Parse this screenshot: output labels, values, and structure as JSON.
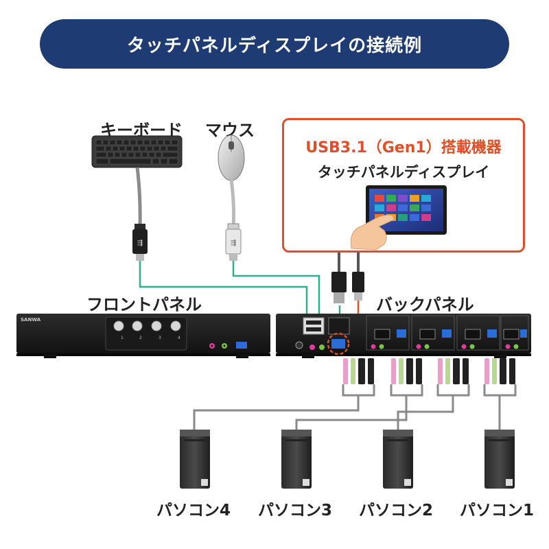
{
  "title": "タッチパネルディスプレイの接続例",
  "labels": {
    "keyboard": "キーボード",
    "mouse": "マウス",
    "front_panel": "フロントパネル",
    "back_panel": "バックパネル"
  },
  "display_box": {
    "headline": "USB3.1（Gen1）搭載機器",
    "subtitle": "タッチパネルディスプレイ"
  },
  "front_panel": {
    "logo": "SANWA",
    "button_numbers": [
      "1",
      "2",
      "3",
      "4"
    ]
  },
  "pcs": [
    "パソコン4",
    "パソコン3",
    "パソコン2",
    "パソコン1"
  ],
  "colors": {
    "title_banner": "#1f3b73",
    "accent_orange": "#e05028",
    "usb_cable_green": "#2bb08a",
    "cable_gray": "#8a8a8a"
  }
}
